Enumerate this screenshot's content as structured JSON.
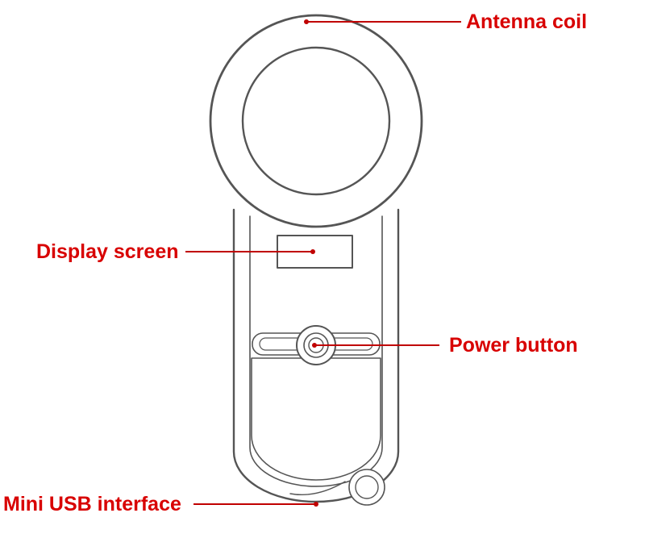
{
  "labels": {
    "antenna_coil": "Antenna coil",
    "display_screen": "Display screen",
    "power_button": "Power button",
    "mini_usb": "Mini USB interface"
  },
  "colors": {
    "label": "#d80000",
    "leader": "#c00000",
    "outline": "#555555"
  },
  "icons": {
    "device": "rfid-reader-outline",
    "power_button": "power-button-icon"
  }
}
